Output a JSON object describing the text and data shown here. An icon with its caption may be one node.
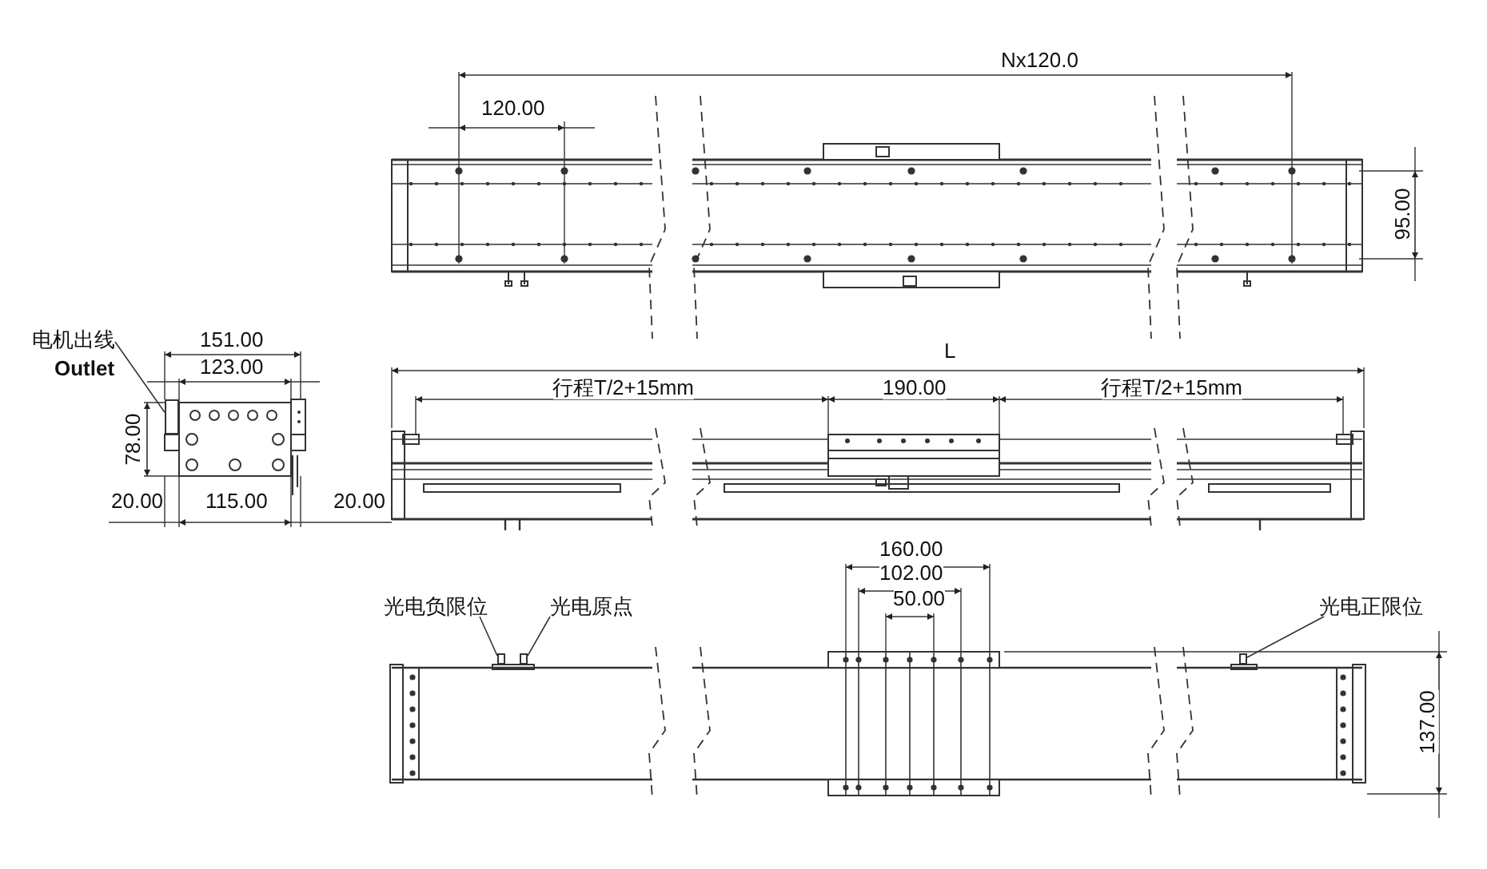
{
  "diagram": {
    "nodes": [
      {
        "text": [
          "电机出线",
          "Outlet"
        ]
      },
      {
        "text": [
          "光电负限位"
        ]
      },
      {
        "text": [
          "光电原点"
        ]
      },
      {
        "text": [
          "光电正限位"
        ]
      },
      {
        "text": [],
        "shape": "box"
      },
      {
        "text": [],
        "shape": "box"
      },
      {
        "text": [],
        "shape": "box"
      },
      {
        "text": [],
        "shape": "box"
      }
    ],
    "edges": [
      {
        "from": 0,
        "to": 4,
        "arrow": "none"
      },
      {
        "from": 1,
        "to": 5,
        "arrow": "none"
      },
      {
        "from": 2,
        "to": 6,
        "arrow": "none"
      },
      {
        "from": 3,
        "to": 7,
        "arrow": "none"
      }
    ],
    "labels": [
      "Nx120.0",
      "120.00",
      "95.00",
      "151.00",
      "123.00",
      "78.00",
      "20.00",
      "115.00",
      "20.00",
      "L",
      "行程T/2+15mm",
      "190.00",
      "行程T/2+15mm",
      "160.00",
      "102.00",
      "50.00",
      "137.00"
    ]
  }
}
